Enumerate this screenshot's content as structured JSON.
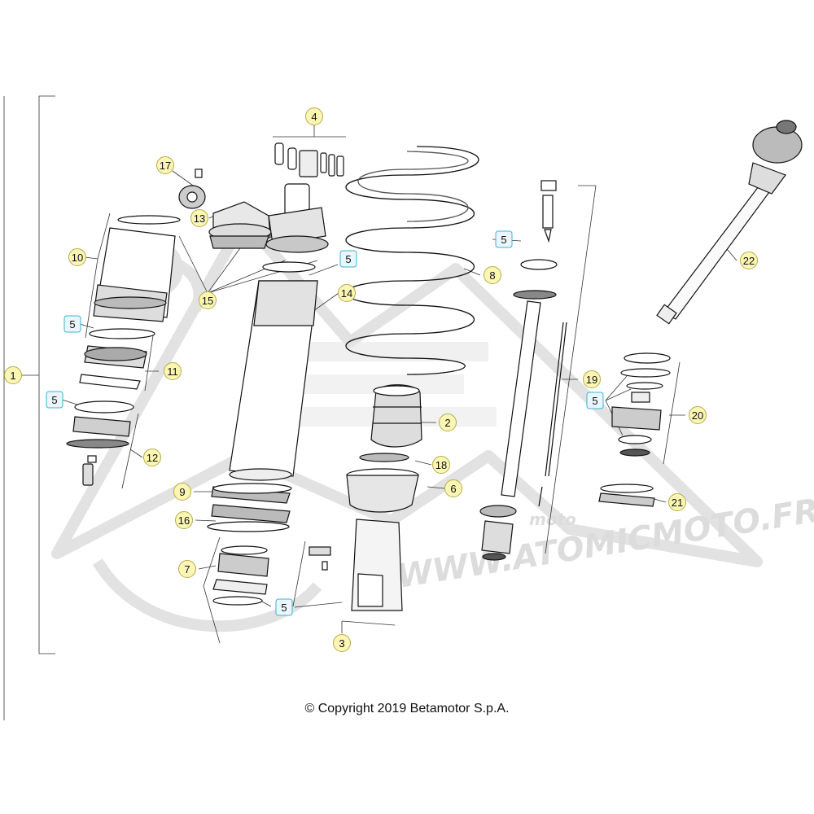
{
  "diagram": {
    "callouts": [
      {
        "id": "c1",
        "label": "1",
        "type": "yellow"
      },
      {
        "id": "c2",
        "label": "2",
        "type": "yellow"
      },
      {
        "id": "c3",
        "label": "3",
        "type": "yellow"
      },
      {
        "id": "c4",
        "label": "4",
        "type": "yellow"
      },
      {
        "id": "c5a",
        "label": "5",
        "type": "blue"
      },
      {
        "id": "c5b",
        "label": "5",
        "type": "blue"
      },
      {
        "id": "c5c",
        "label": "5",
        "type": "blue"
      },
      {
        "id": "c5d",
        "label": "5",
        "type": "blue"
      },
      {
        "id": "c5e",
        "label": "5",
        "type": "blue"
      },
      {
        "id": "c5f",
        "label": "5",
        "type": "blue"
      },
      {
        "id": "c6",
        "label": "6",
        "type": "yellow"
      },
      {
        "id": "c7",
        "label": "7",
        "type": "yellow"
      },
      {
        "id": "c8",
        "label": "8",
        "type": "yellow"
      },
      {
        "id": "c9",
        "label": "9",
        "type": "yellow"
      },
      {
        "id": "c10",
        "label": "10",
        "type": "yellow"
      },
      {
        "id": "c11",
        "label": "11",
        "type": "yellow"
      },
      {
        "id": "c12",
        "label": "12",
        "type": "yellow"
      },
      {
        "id": "c13",
        "label": "13",
        "type": "yellow"
      },
      {
        "id": "c14",
        "label": "14",
        "type": "yellow"
      },
      {
        "id": "c15",
        "label": "15",
        "type": "yellow"
      },
      {
        "id": "c16",
        "label": "16",
        "type": "yellow"
      },
      {
        "id": "c17",
        "label": "17",
        "type": "yellow"
      },
      {
        "id": "c18",
        "label": "18",
        "type": "yellow"
      },
      {
        "id": "c19",
        "label": "19",
        "type": "yellow"
      },
      {
        "id": "c20",
        "label": "20",
        "type": "yellow"
      },
      {
        "id": "c21",
        "label": "21",
        "type": "yellow"
      },
      {
        "id": "c22",
        "label": "22",
        "type": "yellow"
      }
    ],
    "copyright": "© Copyright 2019 Betamotor S.p.A.",
    "watermark": {
      "url_text": "WWW.ATOMICMOTO.FR",
      "logo_small": "moto"
    },
    "colors": {
      "yellow_fill": "#fbf6b4",
      "yellow_stroke": "#b5ab4a",
      "blue_fill": "#eaf6fb",
      "blue_stroke": "#3ab3d8",
      "line": "#222222",
      "watermark": "#dddddd"
    }
  }
}
